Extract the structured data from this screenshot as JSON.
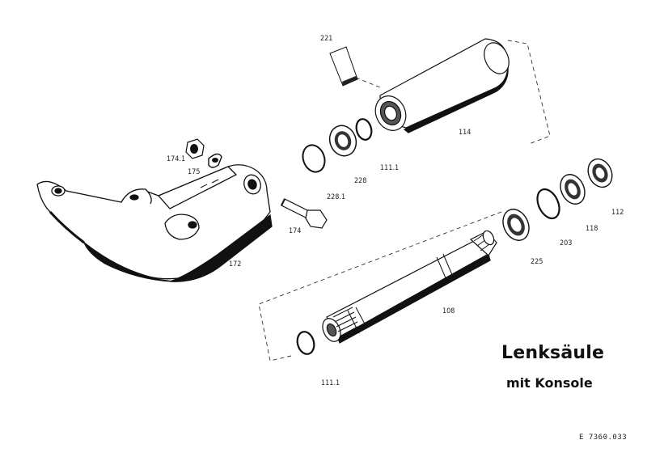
{
  "title": "Lenksäule",
  "subtitle": "mit Konsole",
  "document_number": "E  7360.033",
  "parts": {
    "p221": "221",
    "p114": "114",
    "p111_1_top": "111.1",
    "p228": "228",
    "p228_1": "228.1",
    "p174_1": "174.1",
    "p175": "175",
    "p174": "174",
    "p172": "172",
    "p108": "108",
    "p111_1_bottom": "111.1",
    "p225": "225",
    "p203": "203",
    "p118": "118",
    "p112": "112"
  }
}
